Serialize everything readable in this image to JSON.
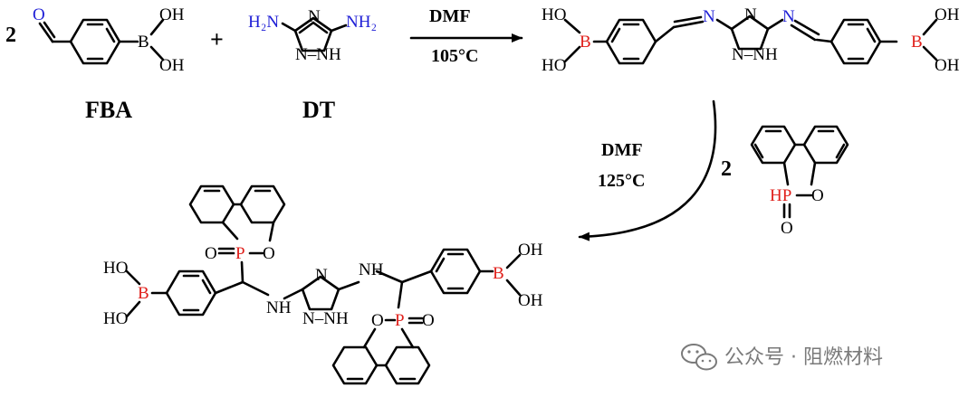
{
  "colors": {
    "bond": "#000000",
    "nitrogen": "#1f1fd6",
    "boron": "#e0201b",
    "phosphorus": "#e0201b",
    "oxygen_aldehyde": "#1f1fd6",
    "watermark": "#7a7a7a"
  },
  "reactants": {
    "coefficient_fba": "2",
    "plus": "+",
    "fba_label": "FBA",
    "dt_label": "DT"
  },
  "step1": {
    "solvent": "DMF",
    "temperature": "105°C"
  },
  "step2": {
    "solvent": "DMF",
    "temperature": "125°C",
    "coefficient_dopo": "2"
  },
  "atoms": {
    "O": "O",
    "B": "B",
    "OH": "OH",
    "HO": "HO",
    "N": "N",
    "NH": "NH",
    "NH2": "NH₂",
    "H2N": "H₂N",
    "HP": "HP",
    "P": "P",
    "N_H": "N–NH",
    "N_NH": "N–NH",
    "H": "H",
    "NH_left": "NH",
    "NH_right": "NH"
  },
  "watermark": {
    "icon": "wechat-icon",
    "text": "公众号 · 阻燃材料"
  }
}
